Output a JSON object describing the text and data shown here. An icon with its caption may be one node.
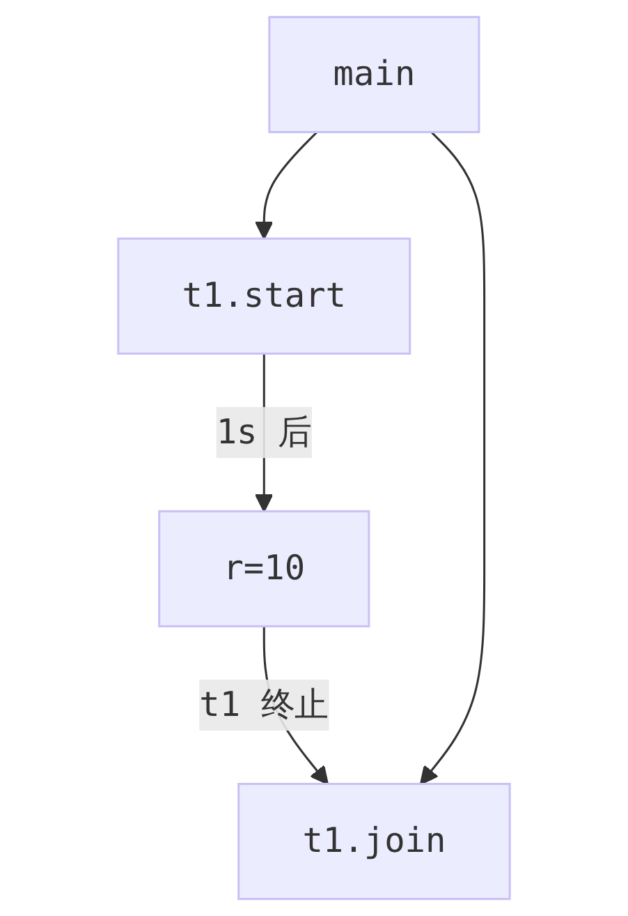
{
  "diagram": {
    "nodes": [
      {
        "text": [
          "main"
        ]
      },
      {
        "text": [
          "t1.start"
        ]
      },
      {
        "text": [
          "r=10"
        ]
      },
      {
        "text": [
          "t1.join"
        ]
      }
    ],
    "edges": [
      {
        "from": 0,
        "to": 1,
        "arrow": "to"
      },
      {
        "from": 1,
        "to": 2,
        "arrow": "to",
        "label": "1s 后"
      },
      {
        "from": 2,
        "to": 3,
        "arrow": "to",
        "label": "t1 终止"
      },
      {
        "from": 0,
        "to": 3,
        "arrow": "to"
      }
    ]
  }
}
